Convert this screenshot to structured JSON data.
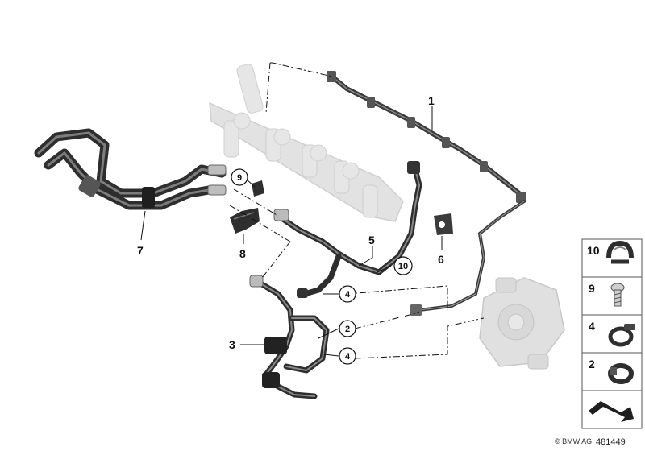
{
  "diagram": {
    "callouts": [
      {
        "id": "part-1",
        "label": "1"
      },
      {
        "id": "part-3",
        "label": "3"
      },
      {
        "id": "part-5",
        "label": "5"
      },
      {
        "id": "part-6",
        "label": "6"
      },
      {
        "id": "part-7",
        "label": "7"
      },
      {
        "id": "part-8",
        "label": "8"
      }
    ],
    "circled_callouts": [
      {
        "id": "circle-9",
        "label": "9"
      },
      {
        "id": "circle-10",
        "label": "10"
      },
      {
        "id": "circle-4-upper",
        "label": "4"
      },
      {
        "id": "circle-2",
        "label": "2"
      },
      {
        "id": "circle-4-lower",
        "label": "4"
      }
    ]
  },
  "legend": {
    "items": [
      {
        "label": "10",
        "icon": "hose-clamp-double-icon"
      },
      {
        "label": "9",
        "icon": "screw-icon"
      },
      {
        "label": "4",
        "icon": "spring-clamp-icon"
      },
      {
        "label": "2",
        "icon": "clamp-ring-icon"
      },
      {
        "label": "",
        "icon": "direction-arrow-icon"
      }
    ]
  },
  "footer": {
    "copyright": "© BMW AG",
    "document_number": "481449"
  },
  "colors": {
    "hose": "#3a3a3a",
    "hose_highlight": "#8a8a8a",
    "ghost_part": "#dcdcdc",
    "leader": "#111111",
    "legend_border": "#555555"
  }
}
